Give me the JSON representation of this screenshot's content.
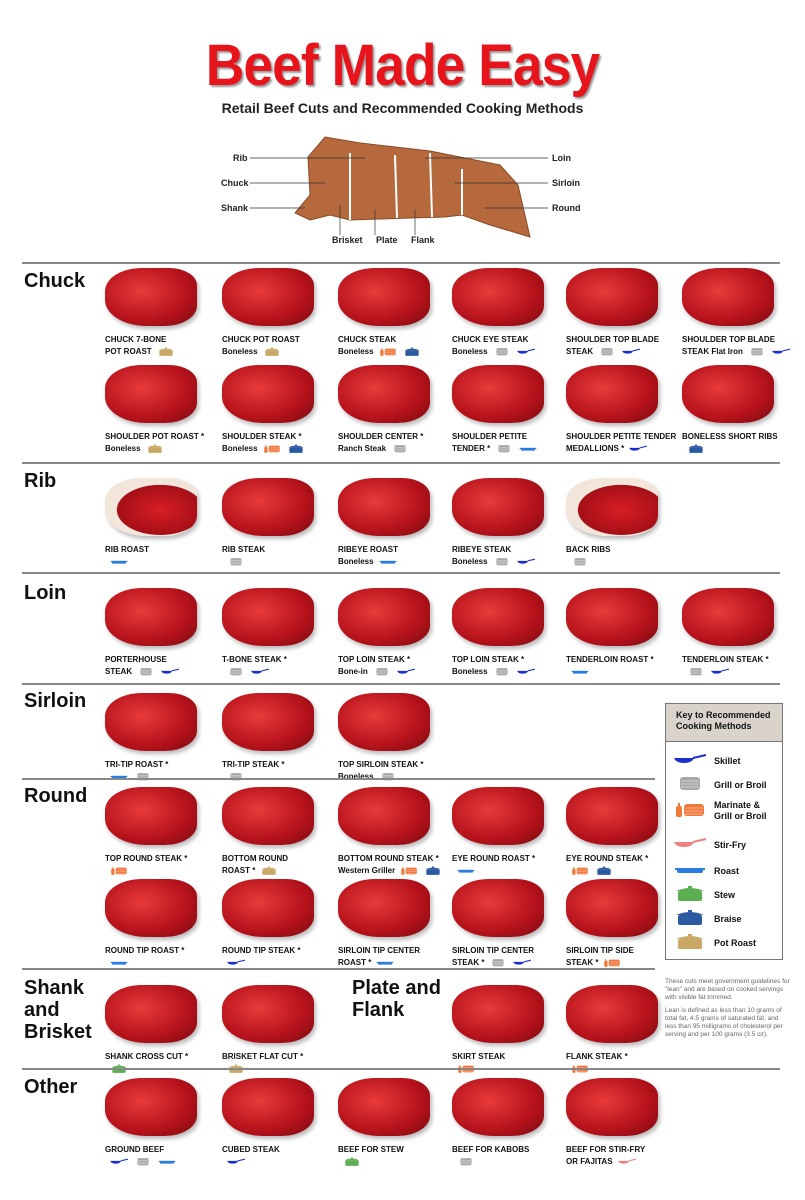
{
  "title": "Beef Made Easy",
  "subtitle": "Retail Beef Cuts and Recommended Cooking Methods",
  "diagram": {
    "labels": {
      "rib": "Rib",
      "chuck": "Chuck",
      "shank": "Shank",
      "brisket": "Brisket",
      "plate": "Plate",
      "flank": "Flank",
      "loin": "Loin",
      "sirloin": "Sirloin",
      "round": "Round"
    },
    "color": "#b5693c"
  },
  "methods": {
    "S": {
      "name": "Skillet",
      "icon": "skillet-icon",
      "color": "#1a2fd0"
    },
    "G": {
      "name": "Grill or Broil",
      "icon": "grill-icon",
      "color": "#a8a8a8"
    },
    "M": {
      "name": "Marinate & Grill or Broil",
      "icon": "marinate-icon",
      "color": "#f07a3a"
    },
    "F": {
      "name": "Stir-Fry",
      "icon": "stir-fry-icon",
      "color": "#f08080"
    },
    "R": {
      "name": "Roast",
      "icon": "roast-icon",
      "color": "#2a7de0"
    },
    "W": {
      "name": "Stew",
      "icon": "stew-icon",
      "color": "#5cae52"
    },
    "B": {
      "name": "Braise",
      "icon": "braise-icon",
      "color": "#2c5aa0"
    },
    "P": {
      "name": "Pot Roast",
      "icon": "pot-roast-icon",
      "color": "#c8a864"
    }
  },
  "legend": {
    "title": "Key to Recommended Cooking Methods",
    "order": [
      "S",
      "G",
      "M",
      "F",
      "R",
      "W",
      "B",
      "P"
    ]
  },
  "notes": [
    "These cuts meet government guidelines for \"lean\" and are based on cooked servings with visible fat trimmed.",
    "Lean is defined as less than 10 grams of total fat, 4.5 grams of saturated fat, and less than 95 milligrams of cholesterol per serving and per 100 grams (3.5 oz)."
  ],
  "sections": [
    {
      "id": "chuck",
      "title": "Chuck",
      "items": [
        {
          "name": "CHUCK 7-BONE",
          "sub": "POT ROAST",
          "methods": [
            "P"
          ]
        },
        {
          "name": "CHUCK POT ROAST",
          "sub": "Boneless",
          "methods": [
            "P"
          ]
        },
        {
          "name": "CHUCK STEAK",
          "sub": "Boneless",
          "methods": [
            "M",
            "B"
          ]
        },
        {
          "name": "CHUCK EYE STEAK",
          "sub": "Boneless",
          "methods": [
            "G",
            "S"
          ]
        },
        {
          "name": "SHOULDER TOP BLADE",
          "sub": "STEAK",
          "methods": [
            "G",
            "S"
          ]
        },
        {
          "name": "SHOULDER TOP BLADE",
          "sub": "STEAK  Flat Iron",
          "methods": [
            "G",
            "S"
          ]
        },
        {
          "name": "SHOULDER POT ROAST *",
          "sub": "Boneless",
          "methods": [
            "P"
          ]
        },
        {
          "name": "SHOULDER STEAK *",
          "sub": "Boneless",
          "methods": [
            "M",
            "B"
          ]
        },
        {
          "name": "SHOULDER CENTER *",
          "sub": "Ranch Steak",
          "methods": [
            "G"
          ]
        },
        {
          "name": "SHOULDER PETITE",
          "sub": "TENDER *",
          "methods": [
            "G",
            "R"
          ]
        },
        {
          "name": "SHOULDER PETITE TENDER",
          "sub": "MEDALLIONS *",
          "methods": [
            "S"
          ]
        },
        {
          "name": "BONELESS SHORT RIBS",
          "sub": "",
          "methods": [
            "B"
          ]
        }
      ]
    },
    {
      "id": "rib",
      "title": "Rib",
      "items": [
        {
          "name": "RIB ROAST",
          "sub": "",
          "methods": [
            "R"
          ]
        },
        {
          "name": "RIB STEAK",
          "sub": "",
          "methods": [
            "G"
          ]
        },
        {
          "name": "RIBEYE ROAST",
          "sub": "Boneless",
          "methods": [
            "R"
          ]
        },
        {
          "name": "RIBEYE STEAK",
          "sub": "Boneless",
          "methods": [
            "G",
            "S"
          ]
        },
        {
          "name": "BACK RIBS",
          "sub": "",
          "methods": [
            "G"
          ]
        }
      ]
    },
    {
      "id": "loin",
      "title": "Loin",
      "items": [
        {
          "name": "PORTERHOUSE",
          "sub": "STEAK",
          "methods": [
            "G",
            "S"
          ]
        },
        {
          "name": "T-BONE STEAK *",
          "sub": "",
          "methods": [
            "G",
            "S"
          ]
        },
        {
          "name": "TOP LOIN STEAK *",
          "sub": "Bone-in",
          "methods": [
            "G",
            "S"
          ]
        },
        {
          "name": "TOP LOIN STEAK *",
          "sub": "Boneless",
          "methods": [
            "G",
            "S"
          ]
        },
        {
          "name": "TENDERLOIN ROAST *",
          "sub": "",
          "methods": [
            "R"
          ]
        },
        {
          "name": "TENDERLOIN STEAK *",
          "sub": "",
          "methods": [
            "G",
            "S"
          ]
        }
      ]
    },
    {
      "id": "sirloin",
      "title": "Sirloin",
      "items": [
        {
          "name": "TRI-TIP ROAST *",
          "sub": "",
          "methods": [
            "R",
            "G"
          ]
        },
        {
          "name": "TRI-TIP STEAK *",
          "sub": "",
          "methods": [
            "G"
          ]
        },
        {
          "name": "TOP SIRLOIN STEAK *",
          "sub": "Boneless",
          "methods": [
            "G"
          ]
        }
      ]
    },
    {
      "id": "round",
      "title": "Round",
      "items": [
        {
          "name": "TOP ROUND STEAK *",
          "sub": "",
          "methods": [
            "M"
          ]
        },
        {
          "name": "BOTTOM ROUND",
          "sub": "ROAST *",
          "methods": [
            "P"
          ]
        },
        {
          "name": "BOTTOM ROUND STEAK *",
          "sub": "Western Griller",
          "methods": [
            "M",
            "B"
          ]
        },
        {
          "name": "EYE ROUND ROAST *",
          "sub": "",
          "methods": [
            "R"
          ]
        },
        {
          "name": "EYE ROUND STEAK *",
          "sub": "",
          "methods": [
            "M",
            "B"
          ]
        },
        {
          "name": "ROUND TIP ROAST *",
          "sub": "",
          "methods": [
            "R"
          ]
        },
        {
          "name": "ROUND TIP STEAK *",
          "sub": "",
          "methods": [
            "S"
          ]
        },
        {
          "name": "SIRLOIN TIP CENTER",
          "sub": "ROAST *",
          "methods": [
            "R"
          ]
        },
        {
          "name": "SIRLOIN TIP CENTER",
          "sub": "STEAK *",
          "methods": [
            "G",
            "S"
          ]
        },
        {
          "name": "SIRLOIN TIP SIDE",
          "sub": "STEAK *",
          "methods": [
            "M"
          ]
        }
      ]
    },
    {
      "id": "shank-brisket",
      "title": "Shank and Brisket",
      "items": [
        {
          "name": "SHANK CROSS CUT *",
          "sub": "",
          "methods": [
            "W"
          ]
        },
        {
          "name": "BRISKET FLAT CUT *",
          "sub": "",
          "methods": [
            "P"
          ]
        }
      ]
    },
    {
      "id": "plate-flank",
      "title": "Plate and Flank",
      "items": [
        {
          "name": "SKIRT STEAK",
          "sub": "",
          "methods": [
            "M"
          ]
        },
        {
          "name": "FLANK STEAK *",
          "sub": "",
          "methods": [
            "M"
          ]
        }
      ]
    },
    {
      "id": "other",
      "title": "Other",
      "items": [
        {
          "name": "GROUND BEEF",
          "sub": "",
          "methods": [
            "S",
            "G",
            "R"
          ]
        },
        {
          "name": "CUBED STEAK",
          "sub": "",
          "methods": [
            "S"
          ]
        },
        {
          "name": "BEEF FOR STEW",
          "sub": "",
          "methods": [
            "W"
          ]
        },
        {
          "name": "BEEF FOR KABOBS",
          "sub": "",
          "methods": [
            "G"
          ]
        },
        {
          "name": "BEEF FOR STIR-FRY",
          "sub": "OR FAJITAS",
          "methods": [
            "F"
          ]
        }
      ]
    }
  ]
}
